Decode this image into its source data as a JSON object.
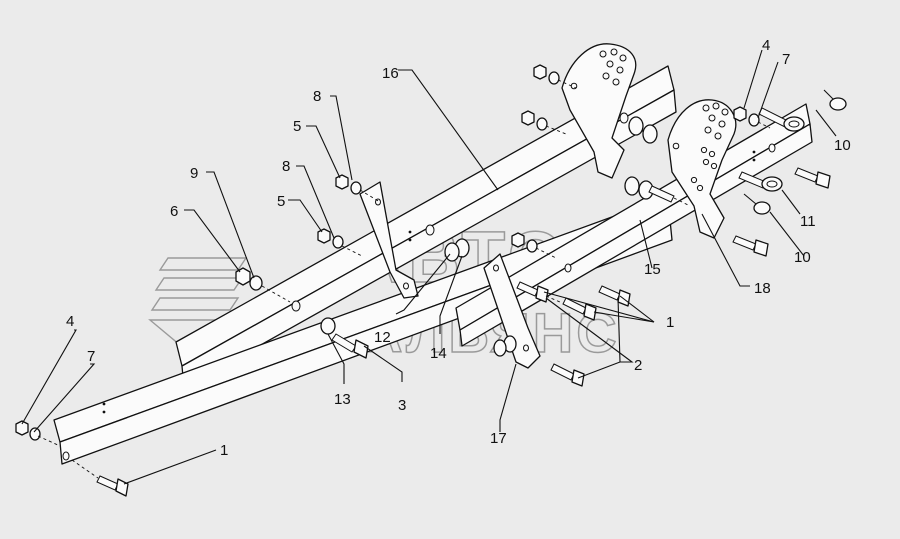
{
  "watermark": {
    "line1": "АВТО",
    "line2": "АЛЬЯНС"
  },
  "callouts": [
    {
      "id": "c16",
      "text": "16"
    },
    {
      "id": "c8a",
      "text": "8"
    },
    {
      "id": "c5a",
      "text": "5"
    },
    {
      "id": "c8b",
      "text": "8"
    },
    {
      "id": "c5b",
      "text": "5"
    },
    {
      "id": "c9",
      "text": "9"
    },
    {
      "id": "c6",
      "text": "6"
    },
    {
      "id": "c4a",
      "text": "4"
    },
    {
      "id": "c7a",
      "text": "7"
    },
    {
      "id": "c1a",
      "text": "1"
    },
    {
      "id": "c13",
      "text": "13"
    },
    {
      "id": "c3",
      "text": "3"
    },
    {
      "id": "c12",
      "text": "12"
    },
    {
      "id": "c14",
      "text": "14"
    },
    {
      "id": "c17",
      "text": "17"
    },
    {
      "id": "c2",
      "text": "2"
    },
    {
      "id": "c1b",
      "text": "1"
    },
    {
      "id": "c15",
      "text": "15"
    },
    {
      "id": "c18",
      "text": "18"
    },
    {
      "id": "c4b",
      "text": "4"
    },
    {
      "id": "c7b",
      "text": "7"
    },
    {
      "id": "c10a",
      "text": "10"
    },
    {
      "id": "c11",
      "text": "11"
    },
    {
      "id": "c10b",
      "text": "10"
    }
  ]
}
